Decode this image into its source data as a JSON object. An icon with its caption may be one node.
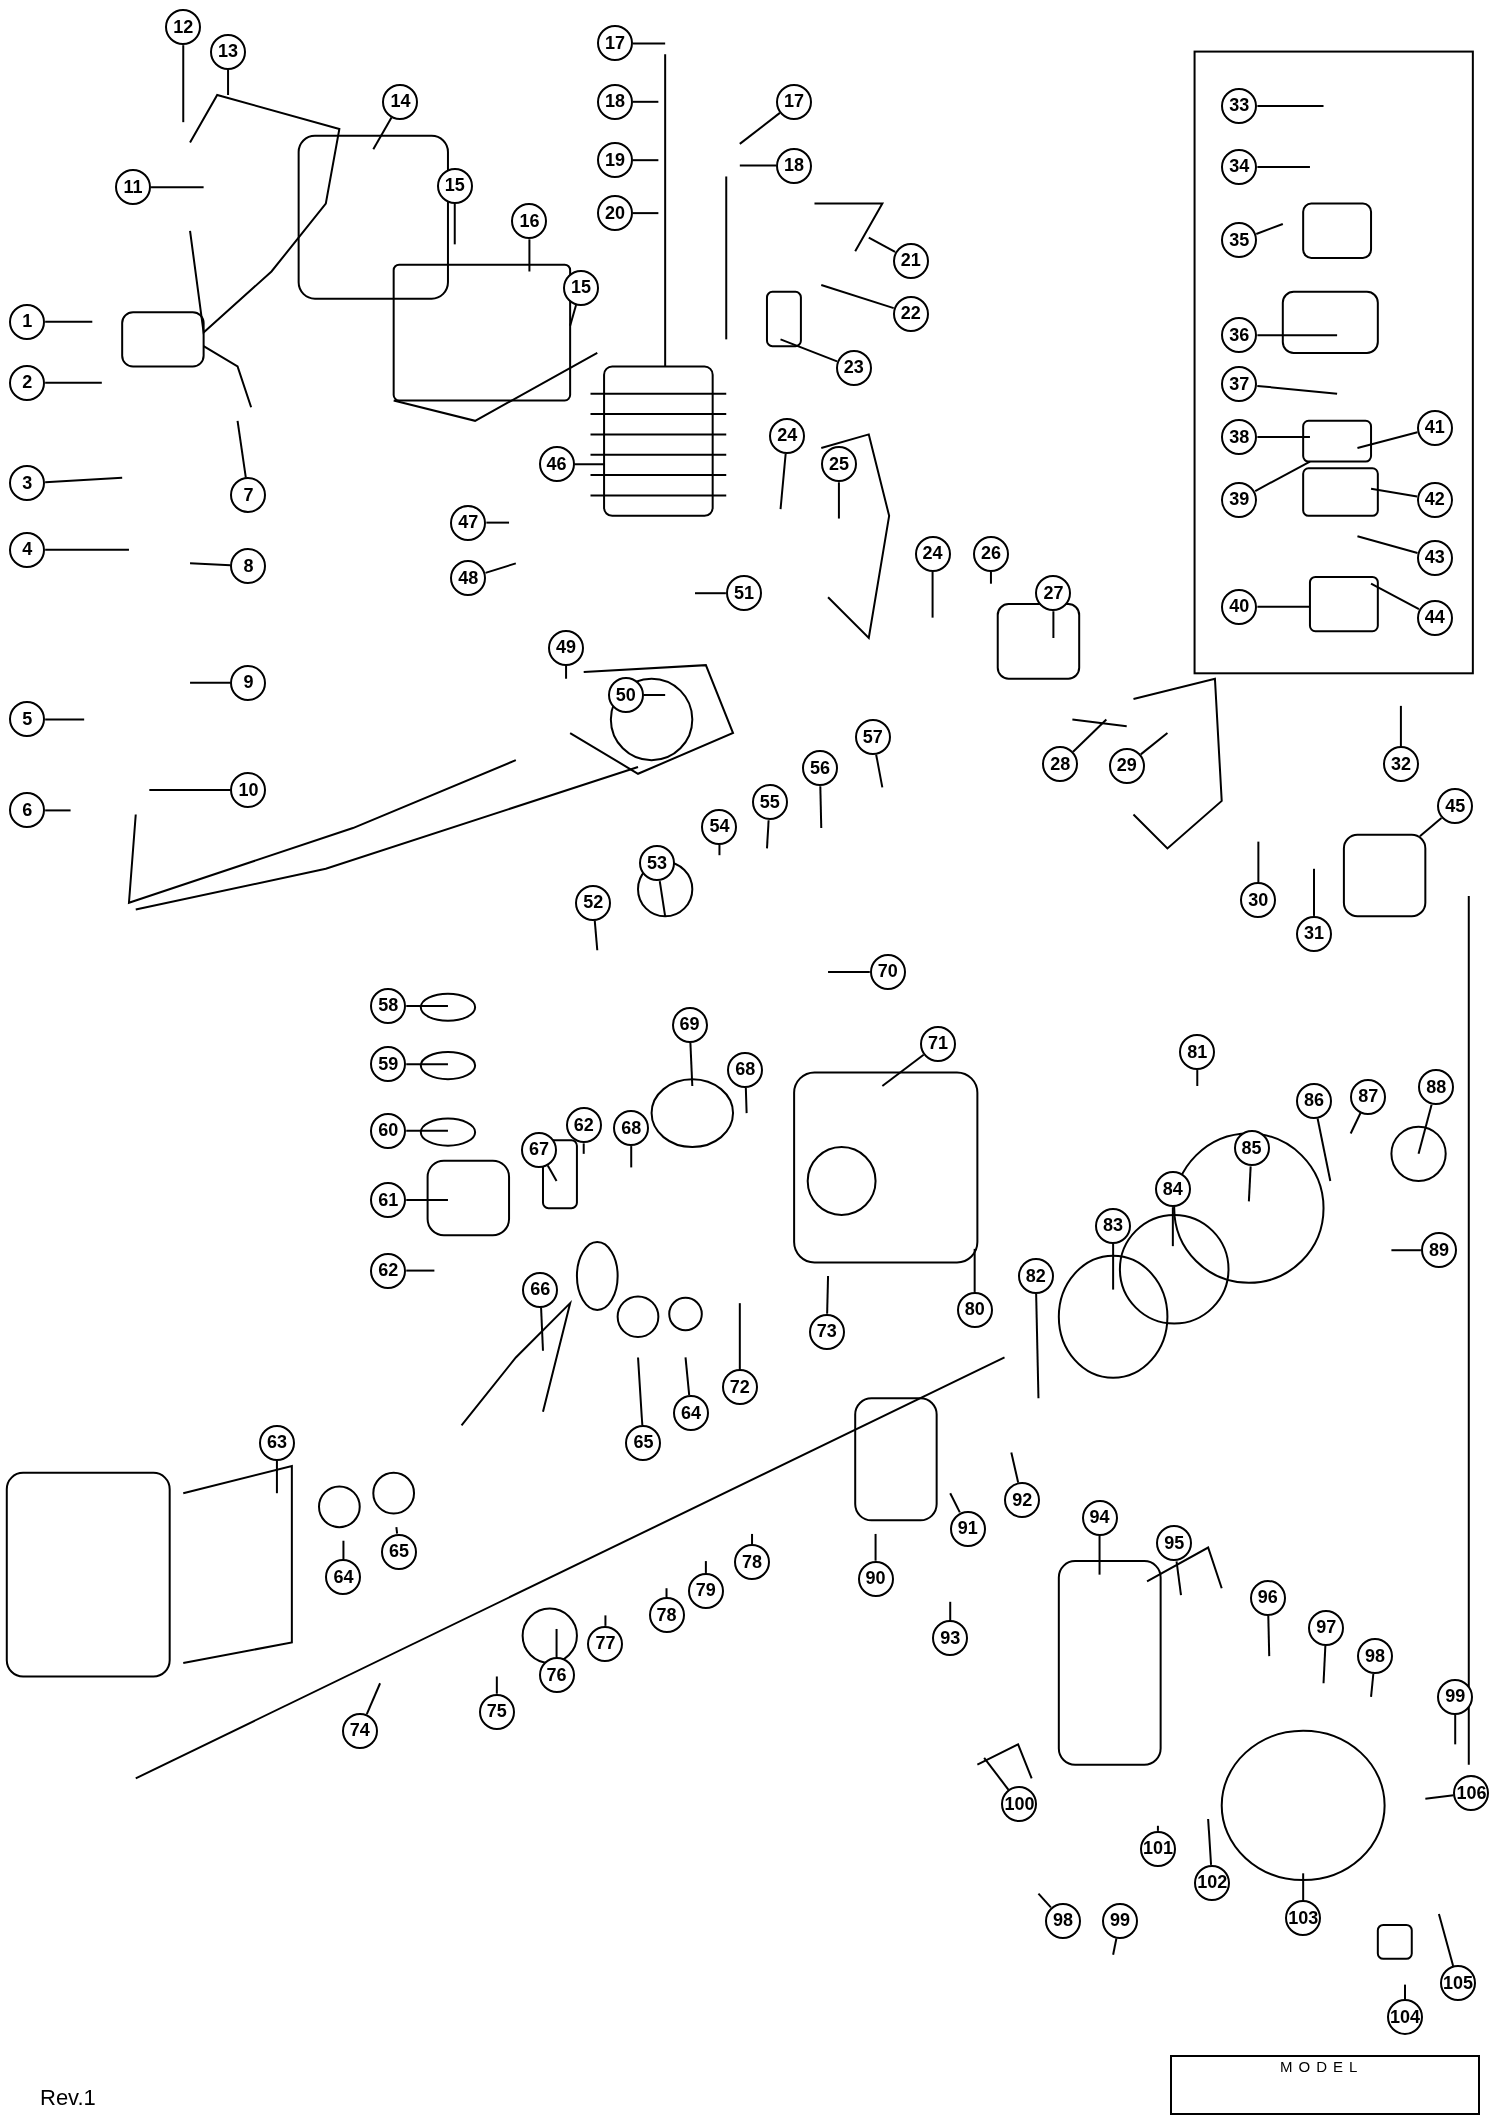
{
  "diagram": {
    "nodes": [
      {
        "text": [
          "1"
        ]
      },
      {
        "text": [
          "2"
        ]
      },
      {
        "text": [
          "3"
        ]
      },
      {
        "text": [
          "4"
        ]
      },
      {
        "text": [
          "5"
        ]
      },
      {
        "text": [
          "6"
        ]
      },
      {
        "text": [
          "7"
        ]
      },
      {
        "text": [
          "8"
        ]
      },
      {
        "text": [
          "9"
        ]
      },
      {
        "text": [
          "10"
        ]
      },
      {
        "text": [
          "11"
        ]
      },
      {
        "text": [
          "12"
        ]
      },
      {
        "text": [
          "13"
        ]
      },
      {
        "text": [
          "14"
        ]
      },
      {
        "text": [
          "15"
        ]
      },
      {
        "text": [
          "16"
        ]
      },
      {
        "text": [
          "15"
        ]
      },
      {
        "text": [
          "17"
        ]
      },
      {
        "text": [
          "18"
        ]
      },
      {
        "text": [
          "19"
        ]
      },
      {
        "text": [
          "20"
        ]
      },
      {
        "text": [
          "17"
        ]
      },
      {
        "text": [
          "18"
        ]
      },
      {
        "text": [
          "21"
        ]
      },
      {
        "text": [
          "22"
        ]
      },
      {
        "text": [
          "23"
        ]
      },
      {
        "text": [
          "46"
        ]
      },
      {
        "text": [
          "47"
        ]
      },
      {
        "text": [
          "48"
        ]
      },
      {
        "text": [
          "24"
        ]
      },
      {
        "text": [
          "25"
        ]
      },
      {
        "text": [
          "24"
        ]
      },
      {
        "text": [
          "26"
        ]
      },
      {
        "text": [
          "27"
        ]
      },
      {
        "text": [
          "28"
        ]
      },
      {
        "text": [
          "29"
        ]
      },
      {
        "text": [
          "30"
        ]
      },
      {
        "text": [
          "31"
        ]
      },
      {
        "text": [
          "32"
        ]
      },
      {
        "text": [
          "33"
        ]
      },
      {
        "text": [
          "34"
        ]
      },
      {
        "text": [
          "35"
        ]
      },
      {
        "text": [
          "36"
        ]
      },
      {
        "text": [
          "37"
        ]
      },
      {
        "text": [
          "38"
        ]
      },
      {
        "text": [
          "39"
        ]
      },
      {
        "text": [
          "40"
        ]
      },
      {
        "text": [
          "41"
        ]
      },
      {
        "text": [
          "42"
        ]
      },
      {
        "text": [
          "43"
        ]
      },
      {
        "text": [
          "44"
        ]
      },
      {
        "text": [
          "45"
        ]
      },
      {
        "text": [
          "49"
        ]
      },
      {
        "text": [
          "50"
        ]
      },
      {
        "text": [
          "51"
        ]
      },
      {
        "text": [
          "52"
        ]
      },
      {
        "text": [
          "53"
        ]
      },
      {
        "text": [
          "54"
        ]
      },
      {
        "text": [
          "55"
        ]
      },
      {
        "text": [
          "56"
        ]
      },
      {
        "text": [
          "57"
        ]
      },
      {
        "text": [
          "58"
        ]
      },
      {
        "text": [
          "59"
        ]
      },
      {
        "text": [
          "60"
        ]
      },
      {
        "text": [
          "61"
        ]
      },
      {
        "text": [
          "62"
        ]
      },
      {
        "text": [
          "62"
        ]
      },
      {
        "text": [
          "67"
        ]
      },
      {
        "text": [
          "68"
        ]
      },
      {
        "text": [
          "68"
        ]
      },
      {
        "text": [
          "69"
        ]
      },
      {
        "text": [
          "70"
        ]
      },
      {
        "text": [
          "71"
        ]
      },
      {
        "text": [
          "66"
        ]
      },
      {
        "text": [
          "65"
        ]
      },
      {
        "text": [
          "64"
        ]
      },
      {
        "text": [
          "72"
        ]
      },
      {
        "text": [
          "73"
        ]
      },
      {
        "text": [
          "80"
        ]
      },
      {
        "text": [
          "63"
        ]
      },
      {
        "text": [
          "64"
        ]
      },
      {
        "text": [
          "65"
        ]
      },
      {
        "text": [
          "74"
        ]
      },
      {
        "text": [
          "75"
        ]
      },
      {
        "text": [
          "76"
        ]
      },
      {
        "text": [
          "77"
        ]
      },
      {
        "text": [
          "78"
        ]
      },
      {
        "text": [
          "79"
        ]
      },
      {
        "text": [
          "78"
        ]
      },
      {
        "text": [
          "90"
        ]
      },
      {
        "text": [
          "91"
        ]
      },
      {
        "text": [
          "92"
        ]
      },
      {
        "text": [
          "93"
        ]
      },
      {
        "text": [
          "82"
        ]
      },
      {
        "text": [
          "83"
        ]
      },
      {
        "text": [
          "84"
        ]
      },
      {
        "text": [
          "85"
        ]
      },
      {
        "text": [
          "86"
        ]
      },
      {
        "text": [
          "87"
        ]
      },
      {
        "text": [
          "88"
        ]
      },
      {
        "text": [
          "81"
        ]
      },
      {
        "text": [
          "89"
        ]
      },
      {
        "text": [
          "94"
        ]
      },
      {
        "text": [
          "95"
        ]
      },
      {
        "text": [
          "96"
        ]
      },
      {
        "text": [
          "97"
        ]
      },
      {
        "text": [
          "98"
        ]
      },
      {
        "text": [
          "99"
        ]
      },
      {
        "text": [
          "100"
        ]
      },
      {
        "text": [
          "101"
        ]
      },
      {
        "text": [
          "102"
        ]
      },
      {
        "text": [
          "103"
        ]
      },
      {
        "text": [
          "104"
        ]
      },
      {
        "text": [
          "105"
        ]
      },
      {
        "text": [
          "106"
        ]
      },
      {
        "text": [
          "98"
        ]
      },
      {
        "text": [
          "99"
        ]
      }
    ],
    "edges": [
      {
        "from": 0,
        "to": null,
        "arrow": "none"
      },
      {
        "from": 1,
        "to": null,
        "arrow": "none"
      },
      {
        "from": 2,
        "to": null,
        "arrow": "none"
      },
      {
        "from": 3,
        "to": null,
        "arrow": "none"
      },
      {
        "from": 4,
        "to": null,
        "arrow": "none"
      },
      {
        "from": 5,
        "to": null,
        "arrow": "none"
      },
      {
        "from": 6,
        "to": null,
        "arrow": "none"
      },
      {
        "from": 7,
        "to": null,
        "arrow": "none"
      },
      {
        "from": 8,
        "to": null,
        "arrow": "none"
      },
      {
        "from": 9,
        "to": null,
        "arrow": "none"
      },
      {
        "from": 10,
        "to": null,
        "arrow": "none"
      },
      {
        "from": 11,
        "to": null,
        "arrow": "none"
      },
      {
        "from": 12,
        "to": null,
        "arrow": "none"
      },
      {
        "from": 13,
        "to": null,
        "arrow": "none"
      },
      {
        "from": 14,
        "to": null,
        "arrow": "none"
      },
      {
        "from": 15,
        "to": null,
        "arrow": "none"
      },
      {
        "from": 16,
        "to": null,
        "arrow": "none"
      },
      {
        "from": 17,
        "to": null,
        "arrow": "none"
      },
      {
        "from": 18,
        "to": null,
        "arrow": "none"
      },
      {
        "from": 19,
        "to": null,
        "arrow": "none"
      },
      {
        "from": 20,
        "to": null,
        "arrow": "none"
      },
      {
        "from": 21,
        "to": null,
        "arrow": "none"
      },
      {
        "from": 22,
        "to": null,
        "arrow": "none"
      },
      {
        "from": 23,
        "to": null,
        "arrow": "none"
      },
      {
        "from": 24,
        "to": null,
        "arrow": "none"
      },
      {
        "from": 25,
        "to": null,
        "arrow": "none"
      },
      {
        "from": 26,
        "to": null,
        "arrow": "none"
      },
      {
        "from": 27,
        "to": null,
        "arrow": "none"
      },
      {
        "from": 28,
        "to": null,
        "arrow": "none"
      },
      {
        "from": 29,
        "to": null,
        "arrow": "none"
      },
      {
        "from": 30,
        "to": null,
        "arrow": "none"
      },
      {
        "from": 31,
        "to": null,
        "arrow": "none"
      },
      {
        "from": 32,
        "to": null,
        "arrow": "none"
      },
      {
        "from": 33,
        "to": null,
        "arrow": "none"
      },
      {
        "from": 34,
        "to": null,
        "arrow": "none"
      },
      {
        "from": 35,
        "to": null,
        "arrow": "none"
      },
      {
        "from": 36,
        "to": null,
        "arrow": "none"
      },
      {
        "from": 37,
        "to": null,
        "arrow": "none"
      },
      {
        "from": 38,
        "to": null,
        "arrow": "none"
      },
      {
        "from": 39,
        "to": null,
        "arrow": "none"
      },
      {
        "from": 40,
        "to": null,
        "arrow": "none"
      },
      {
        "from": 41,
        "to": null,
        "arrow": "none"
      },
      {
        "from": 42,
        "to": null,
        "arrow": "none"
      },
      {
        "from": 43,
        "to": null,
        "arrow": "none"
      },
      {
        "from": 44,
        "to": null,
        "arrow": "none"
      },
      {
        "from": 45,
        "to": null,
        "arrow": "none"
      },
      {
        "from": 46,
        "to": null,
        "arrow": "none"
      },
      {
        "from": 47,
        "to": null,
        "arrow": "none"
      },
      {
        "from": 48,
        "to": null,
        "arrow": "none"
      },
      {
        "from": 49,
        "to": null,
        "arrow": "none"
      },
      {
        "from": 50,
        "to": null,
        "arrow": "none"
      },
      {
        "from": 51,
        "to": null,
        "arrow": "none"
      },
      {
        "from": 52,
        "to": null,
        "arrow": "none"
      },
      {
        "from": 53,
        "to": null,
        "arrow": "none"
      },
      {
        "from": 54,
        "to": null,
        "arrow": "none"
      },
      {
        "from": 55,
        "to": null,
        "arrow": "none"
      },
      {
        "from": 56,
        "to": null,
        "arrow": "none"
      },
      {
        "from": 57,
        "to": null,
        "arrow": "none"
      },
      {
        "from": 58,
        "to": null,
        "arrow": "none"
      },
      {
        "from": 59,
        "to": null,
        "arrow": "none"
      },
      {
        "from": 60,
        "to": null,
        "arrow": "none"
      },
      {
        "from": 61,
        "to": null,
        "arrow": "none"
      },
      {
        "from": 62,
        "to": null,
        "arrow": "none"
      },
      {
        "from": 63,
        "to": null,
        "arrow": "none"
      },
      {
        "from": 64,
        "to": null,
        "arrow": "none"
      },
      {
        "from": 65,
        "to": null,
        "arrow": "none"
      },
      {
        "from": 66,
        "to": null,
        "arrow": "none"
      },
      {
        "from": 67,
        "to": null,
        "arrow": "none"
      },
      {
        "from": 68,
        "to": null,
        "arrow": "none"
      },
      {
        "from": 69,
        "to": null,
        "arrow": "none"
      },
      {
        "from": 70,
        "to": null,
        "arrow": "none"
      },
      {
        "from": 71,
        "to": null,
        "arrow": "none"
      },
      {
        "from": 72,
        "to": null,
        "arrow": "none"
      },
      {
        "from": 73,
        "to": null,
        "arrow": "none"
      },
      {
        "from": 74,
        "to": null,
        "arrow": "none"
      },
      {
        "from": 75,
        "to": null,
        "arrow": "none"
      },
      {
        "from": 76,
        "to": null,
        "arrow": "none"
      },
      {
        "from": 77,
        "to": null,
        "arrow": "none"
      },
      {
        "from": 78,
        "to": null,
        "arrow": "none"
      },
      {
        "from": 79,
        "to": null,
        "arrow": "none"
      },
      {
        "from": 80,
        "to": null,
        "arrow": "none"
      },
      {
        "from": 81,
        "to": null,
        "arrow": "none"
      },
      {
        "from": 82,
        "to": null,
        "arrow": "none"
      },
      {
        "from": 83,
        "to": null,
        "arrow": "none"
      },
      {
        "from": 84,
        "to": null,
        "arrow": "none"
      },
      {
        "from": 85,
        "to": null,
        "arrow": "none"
      },
      {
        "from": 86,
        "to": null,
        "arrow": "none"
      },
      {
        "from": 87,
        "to": null,
        "arrow": "none"
      },
      {
        "from": 88,
        "to": null,
        "arrow": "none"
      },
      {
        "from": 89,
        "to": null,
        "arrow": "none"
      },
      {
        "from": 90,
        "to": null,
        "arrow": "none"
      },
      {
        "from": 91,
        "to": null,
        "arrow": "none"
      },
      {
        "from": 92,
        "to": null,
        "arrow": "none"
      },
      {
        "from": 93,
        "to": null,
        "arrow": "none"
      },
      {
        "from": 94,
        "to": null,
        "arrow": "none"
      },
      {
        "from": 95,
        "to": null,
        "arrow": "none"
      },
      {
        "from": 96,
        "to": null,
        "arrow": "none"
      },
      {
        "from": 97,
        "to": null,
        "arrow": "none"
      },
      {
        "from": 98,
        "to": null,
        "arrow": "none"
      },
      {
        "from": 99,
        "to": null,
        "arrow": "none"
      },
      {
        "from": 100,
        "to": null,
        "arrow": "none"
      },
      {
        "from": 101,
        "to": null,
        "arrow": "none"
      },
      {
        "from": 102,
        "to": null,
        "arrow": "none"
      },
      {
        "from": 103,
        "to": null,
        "arrow": "none"
      },
      {
        "from": 104,
        "to": null,
        "arrow": "none"
      },
      {
        "from": 105,
        "to": null,
        "arrow": "none"
      },
      {
        "from": 106,
        "to": null,
        "arrow": "none"
      },
      {
        "from": 107,
        "to": null,
        "arrow": "none"
      },
      {
        "from": 108,
        "to": null,
        "arrow": "none"
      },
      {
        "from": 109,
        "to": null,
        "arrow": "none"
      },
      {
        "from": 110,
        "to": null,
        "arrow": "none"
      },
      {
        "from": 111,
        "to": null,
        "arrow": "none"
      },
      {
        "from": 112,
        "to": null,
        "arrow": "none"
      },
      {
        "from": 113,
        "to": null,
        "arrow": "none"
      },
      {
        "from": 114,
        "to": null,
        "arrow": "none"
      },
      {
        "from": 115,
        "to": null,
        "arrow": "none"
      },
      {
        "from": 116,
        "to": null,
        "arrow": "none"
      }
    ],
    "labels": [
      "MODEL",
      "Rev.1"
    ]
  }
}
